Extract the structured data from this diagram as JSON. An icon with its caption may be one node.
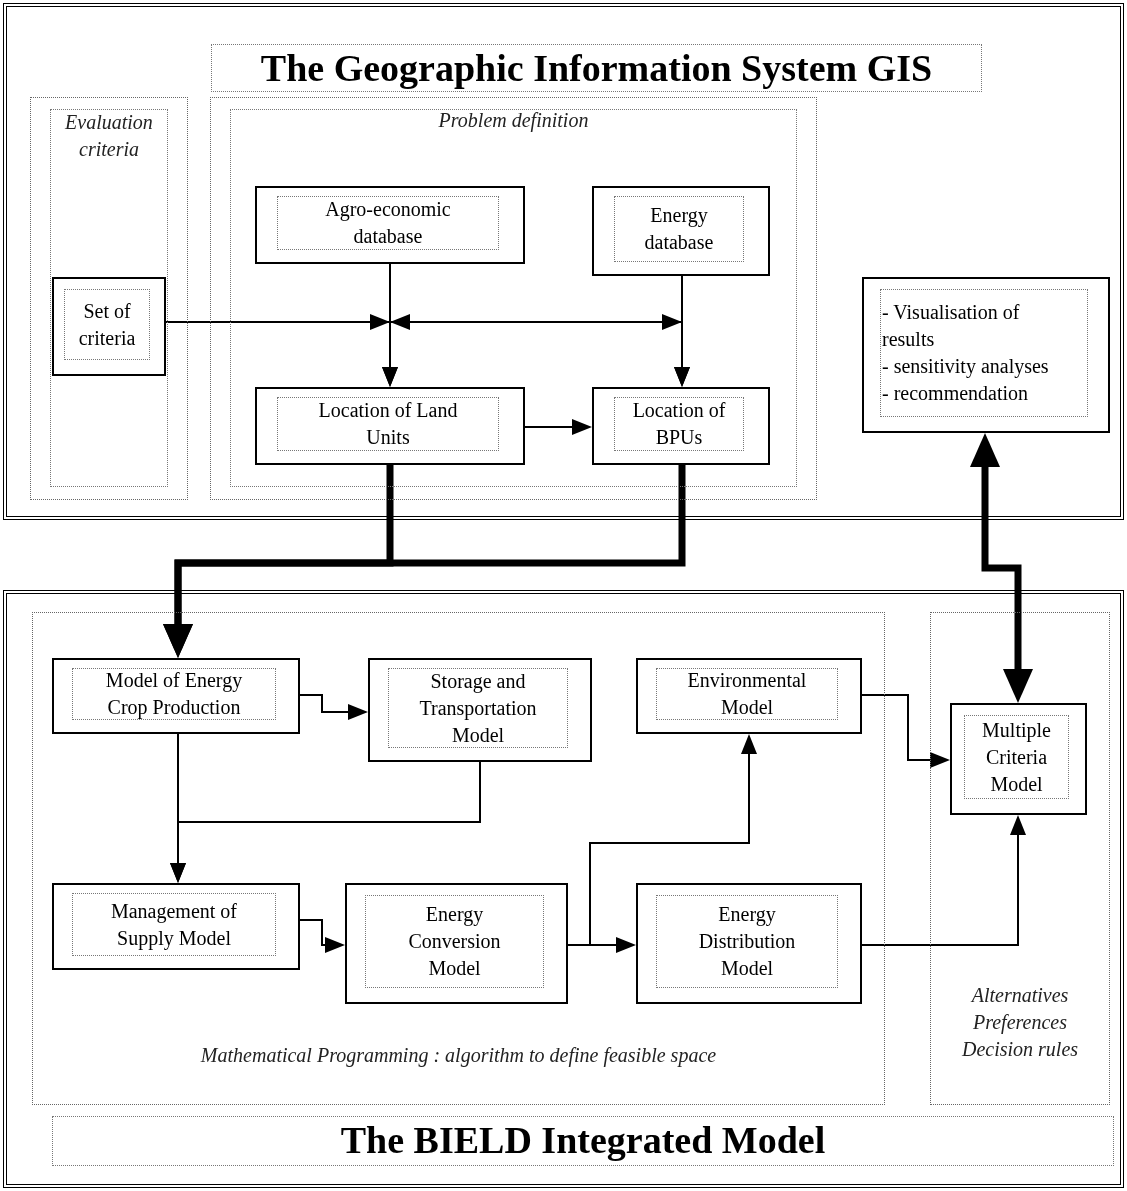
{
  "diagram": {
    "nodes": [
      {
        "text": [
          "The Geographic Information System GIS"
        ]
      },
      {
        "text": [
          "Evaluation criteria"
        ],
        "in": 0
      },
      {
        "text": [
          "Set of criteria"
        ],
        "in": 1
      },
      {
        "text": [
          "Problem definition"
        ],
        "in": 0
      },
      {
        "text": [
          "Agro-economic database"
        ],
        "in": 3
      },
      {
        "text": [
          "Energy database"
        ],
        "in": 3
      },
      {
        "text": [
          "Location of Land Units"
        ],
        "in": 3
      },
      {
        "text": [
          "Location of BPUs"
        ],
        "in": 3
      },
      {
        "text": [
          "- Visualisation of results",
          "- sensitivity analyses",
          "- recommendation"
        ],
        "in": 0
      },
      {
        "text": [
          "The BIELD Integrated Model"
        ]
      },
      {
        "text": [
          "Mathematical Programming : algorithm to define feasible space"
        ],
        "in": 9
      },
      {
        "text": [
          "Model of Energy Crop Production"
        ],
        "in": 10
      },
      {
        "text": [
          "Storage and Transportation Model"
        ],
        "in": 10
      },
      {
        "text": [
          "Environmental Model"
        ],
        "in": 10
      },
      {
        "text": [
          "Management of Supply Model"
        ],
        "in": 10
      },
      {
        "text": [
          "Energy Conversion Model"
        ],
        "in": 10
      },
      {
        "text": [
          "Energy Distribution Model"
        ],
        "in": 10
      },
      {
        "text": [
          "Alternatives Preferences Decision rules"
        ],
        "in": 9
      },
      {
        "text": [
          "Multiple Criteria Model"
        ],
        "in": 17
      }
    ],
    "edges": [
      {
        "from": 2,
        "to": 6,
        "arrow": "to"
      },
      {
        "from": 2,
        "to": 7,
        "arrow": "to"
      },
      {
        "from": 4,
        "to": 6,
        "arrow": "to"
      },
      {
        "from": 5,
        "to": 7,
        "arrow": "to"
      },
      {
        "from": 6,
        "to": 7,
        "arrow": "to"
      },
      {
        "from": 6,
        "to": 11,
        "arrow": "to",
        "style": "thick"
      },
      {
        "from": 7,
        "to": 11,
        "arrow": "to",
        "style": "thick"
      },
      {
        "from": 8,
        "to": 18,
        "arrow": "both",
        "style": "thick"
      },
      {
        "from": 11,
        "to": 12,
        "arrow": "to"
      },
      {
        "from": 11,
        "to": 14,
        "arrow": "to"
      },
      {
        "from": 12,
        "to": 14,
        "arrow": "to"
      },
      {
        "from": 14,
        "to": 15,
        "arrow": "to"
      },
      {
        "from": 15,
        "to": 16,
        "arrow": "to"
      },
      {
        "from": 15,
        "to": 13,
        "arrow": "to"
      },
      {
        "from": 13,
        "to": 18,
        "arrow": "to"
      },
      {
        "from": 16,
        "to": 18,
        "arrow": "to"
      }
    ]
  }
}
